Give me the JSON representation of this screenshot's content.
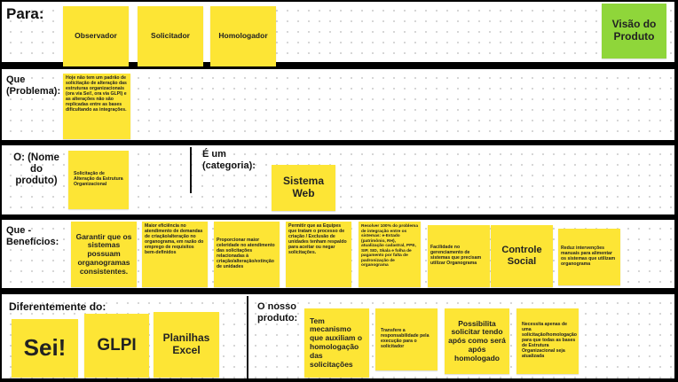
{
  "rows": {
    "para": {
      "label": "Para:",
      "notes": [
        "Observador",
        "Solicitador",
        "Homologador"
      ],
      "vision": "Visão do Produto"
    },
    "que": {
      "label": "Que (Problema):",
      "note": "Hoje não tem um padrão de solicitação de alteração das estruturas organizacionais (ora via Sei!, ora via GLPI) e as alterações não são replicadas entre as bases dificultando as integrações."
    },
    "nome": {
      "label": "O: (Nome do produto)",
      "note": "Solicitação de Alteração da Estrutura Organizacional",
      "category_label": "É um (categoria):",
      "category_note": "Sistema Web"
    },
    "beneficios": {
      "label": "Que - Benefícios:",
      "notes": [
        "Garantir que os sistemas possuam organogramas consistentes.",
        "Maior eficiência no atendimento de demandas de criação/alteração no organograma, em razão do emprego de requisitos bem-definidos",
        "Proporcionar maior celeridade no atendimento das solicitações relacionadas à criação/alteração/extinção de unidades",
        "Permitir que as Equipes que tratam o processo de criação / Exclusão de unidades tenham respaldo para aceitar ou negar solicitações.",
        "Resolver 100% do problema de integração entre os sistemas: e-Estado (patrimônio, RH), atualização cadastral, PPE, SIP, SID, Skala e folha de pagamento por falta de padronização de organograma",
        "Facilidade no gerenciamento de sistemas que precisam utilizar Organograma",
        "Controle Social",
        "Reduz intervenções manuais para alimentar os sistemas que utilizam organograma"
      ]
    },
    "diferente": {
      "label": "Diferentemente do:",
      "notes": [
        "Sei!",
        "GLPI",
        "Planilhas Excel"
      ],
      "produto_label": "O nosso produto:",
      "produto_notes": [
        "Tem mecanismo que auxiliam o homologação das solicitações",
        "Transfere a responsabilidade pela execução para o solicitador",
        "Possibilita solicitar tendo após como será após homologado",
        "Necessita apenas de uma solicitação/homologação para que todas as bases de Estrutura Organizacional seja atualizada"
      ]
    }
  },
  "colors": {
    "sticky": "#fde535",
    "vision": "#8fd63a",
    "background": "#000000"
  }
}
